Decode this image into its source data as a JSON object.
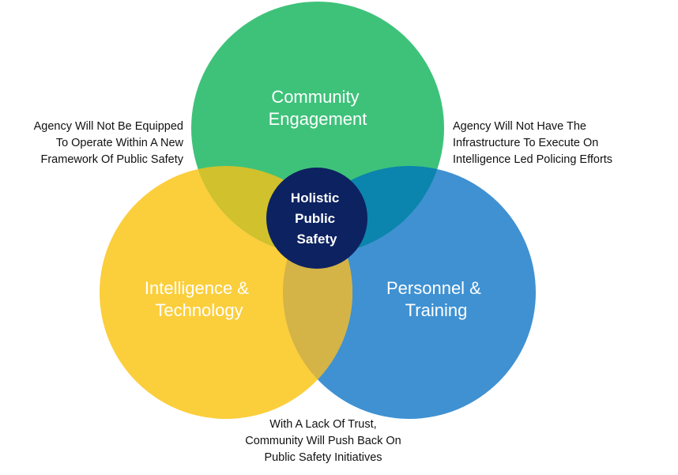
{
  "circles": {
    "top": {
      "line1": "Community",
      "line2": "Engagement",
      "color": "#3EC27A"
    },
    "left": {
      "line1": "Intelligence &",
      "line2": "Technology",
      "color": "#FBCE3C"
    },
    "right": {
      "line1": "Personnel &",
      "line2": "Training",
      "color": "#3F91D2"
    }
  },
  "overlaps": {
    "top_left_color": "#D1C12C",
    "top_right_color": "#0B84AE",
    "left_right_color": "#D4B347"
  },
  "center": {
    "line1": "Holistic",
    "line2": "Public",
    "line3": "Safety",
    "color": "#0D2260"
  },
  "notes": {
    "left": [
      "Agency Will Not Be Equipped",
      "To Operate Within A New",
      "Framework Of Public Safety"
    ],
    "right": [
      "Agency Will Not Have The",
      "Infrastructure To Execute On",
      "Intelligence Led Policing Efforts"
    ],
    "bottom": [
      "With A Lack Of Trust,",
      "Community Will Push Back On",
      "Public Safety Initiatives"
    ]
  }
}
